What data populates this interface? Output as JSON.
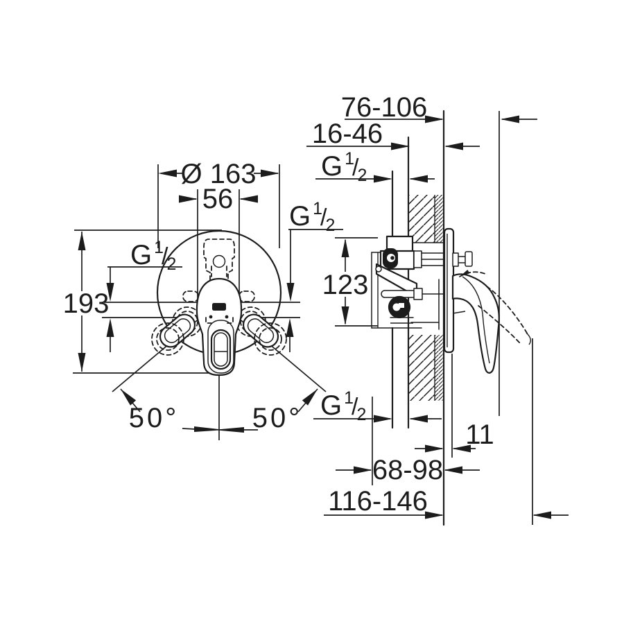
{
  "drawing_type": "technical dimension drawing - concealed single-lever shower mixer, front view and side view",
  "symbols": {
    "fraction_slash": "/"
  },
  "front_view": {
    "escutcheon_diameter": "Ø 163",
    "cartridge_width": "56",
    "overall_height": "193",
    "swing_angle_left": "50°",
    "swing_angle_right": "50°",
    "thread_left": {
      "base": "G",
      "numerator": "1",
      "denominator": "2"
    },
    "thread_right": {
      "base": "G",
      "numerator": "1",
      "denominator": "2"
    }
  },
  "side_view": {
    "handle_projection": "76-106",
    "rough_in_depth": "16-46",
    "thread_top": {
      "base": "G",
      "numerator": "1",
      "denominator": "2"
    },
    "valve_height": "123",
    "thread_bottom": {
      "base": "G",
      "numerator": "1",
      "denominator": "2"
    },
    "escutcheon_thickness": "11",
    "body_depth": "68-98",
    "overall_projection": "116-146"
  },
  "colors": {
    "line": "#1c1c1c",
    "background": "#ffffff"
  }
}
